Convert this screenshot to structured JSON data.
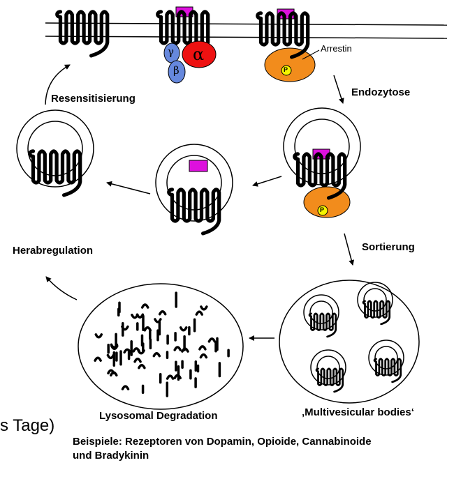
{
  "labels": {
    "arrestin": "Arrestin",
    "endocytosis": "Endozytose",
    "resensitization": "Resensitisierung",
    "sorting": "Sortierung",
    "downregulation": "Herabregulation",
    "lysosomal": "Lysosomal Degradation",
    "mvb": "‚Multivesicular bodies‘",
    "cut_text": "s Tage)",
    "examples_line1": "Beispiele: Rezeptoren von Dopamin, Opioide, Cannabinoide",
    "examples_line2": "und Bradykinin"
  },
  "symbols": {
    "alpha": "α",
    "beta": "β",
    "gamma": "γ",
    "phospho": "P"
  },
  "colors": {
    "alpha": "#ee1111",
    "betagamma": "#6688dd",
    "arrestin": "#f28c1c",
    "ligand": "#dd10dd",
    "phospho": "#f5f500"
  }
}
